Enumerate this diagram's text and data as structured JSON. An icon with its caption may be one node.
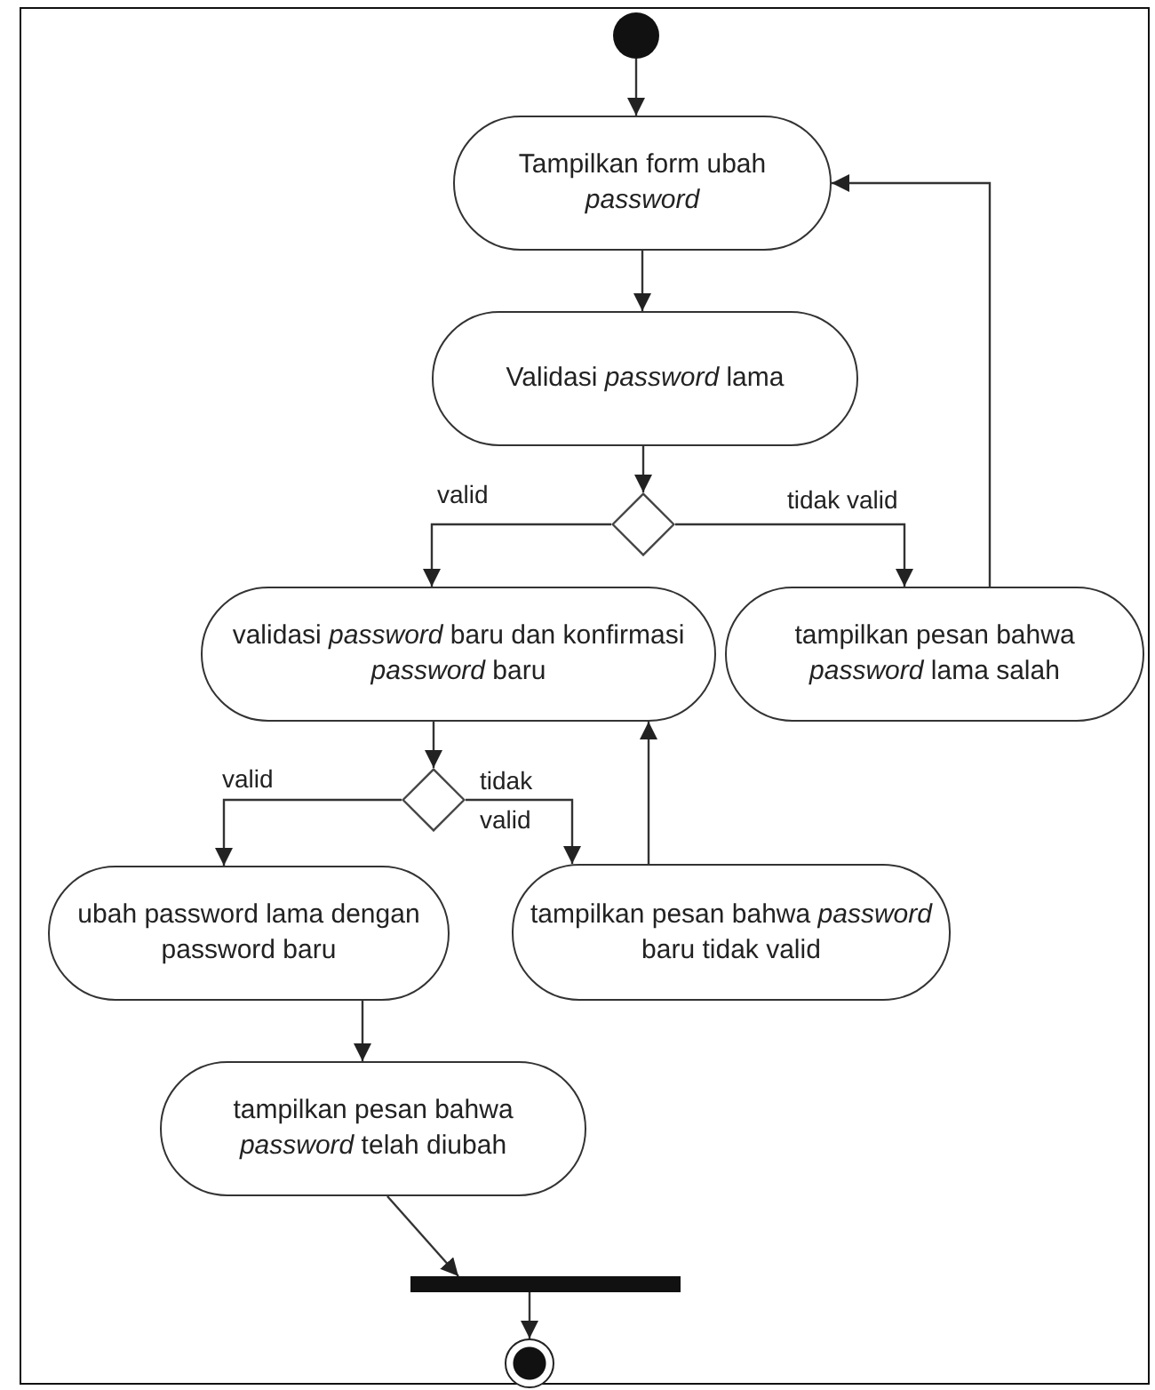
{
  "diagram": {
    "nodes": [
      {
        "text": [],
        "shape": "circle"
      },
      {
        "text": [
          "Tampilkan form ubah *password*"
        ]
      },
      {
        "text": [
          "Validasi *password* lama"
        ]
      },
      {
        "text": [],
        "shape": "diamond"
      },
      {
        "text": [
          "validasi *password* baru dan konfirmasi *password* baru"
        ]
      },
      {
        "text": [
          "tampilkan pesan bahwa *password* lama salah"
        ]
      },
      {
        "text": [],
        "shape": "diamond"
      },
      {
        "text": [
          "ubah password lama dengan password baru"
        ]
      },
      {
        "text": [
          "tampilkan pesan bahwa *password* baru tidak valid"
        ]
      },
      {
        "text": [
          "tampilkan pesan bahwa *password* telah diubah"
        ]
      },
      {
        "text": [],
        "shape": "bar"
      },
      {
        "text": [],
        "shape": "circle"
      }
    ],
    "edges": [
      {
        "from": 0,
        "to": 1,
        "arrow": "to"
      },
      {
        "from": 1,
        "to": 2,
        "arrow": "to"
      },
      {
        "from": 2,
        "to": 3,
        "arrow": "to"
      },
      {
        "from": 3,
        "to": 4,
        "arrow": "to",
        "label": "valid"
      },
      {
        "from": 3,
        "to": 5,
        "arrow": "to",
        "label": "tidak valid"
      },
      {
        "from": 5,
        "to": 1,
        "arrow": "to"
      },
      {
        "from": 4,
        "to": 6,
        "arrow": "to"
      },
      {
        "from": 6,
        "to": 7,
        "arrow": "to",
        "label": "valid"
      },
      {
        "from": 6,
        "to": 8,
        "arrow": "to",
        "label": "tidak valid"
      },
      {
        "from": 8,
        "to": 4,
        "arrow": "to"
      },
      {
        "from": 7,
        "to": 9,
        "arrow": "to"
      },
      {
        "from": 9,
        "to": 10,
        "arrow": "to"
      },
      {
        "from": 10,
        "to": 11,
        "arrow": "to"
      }
    ]
  }
}
